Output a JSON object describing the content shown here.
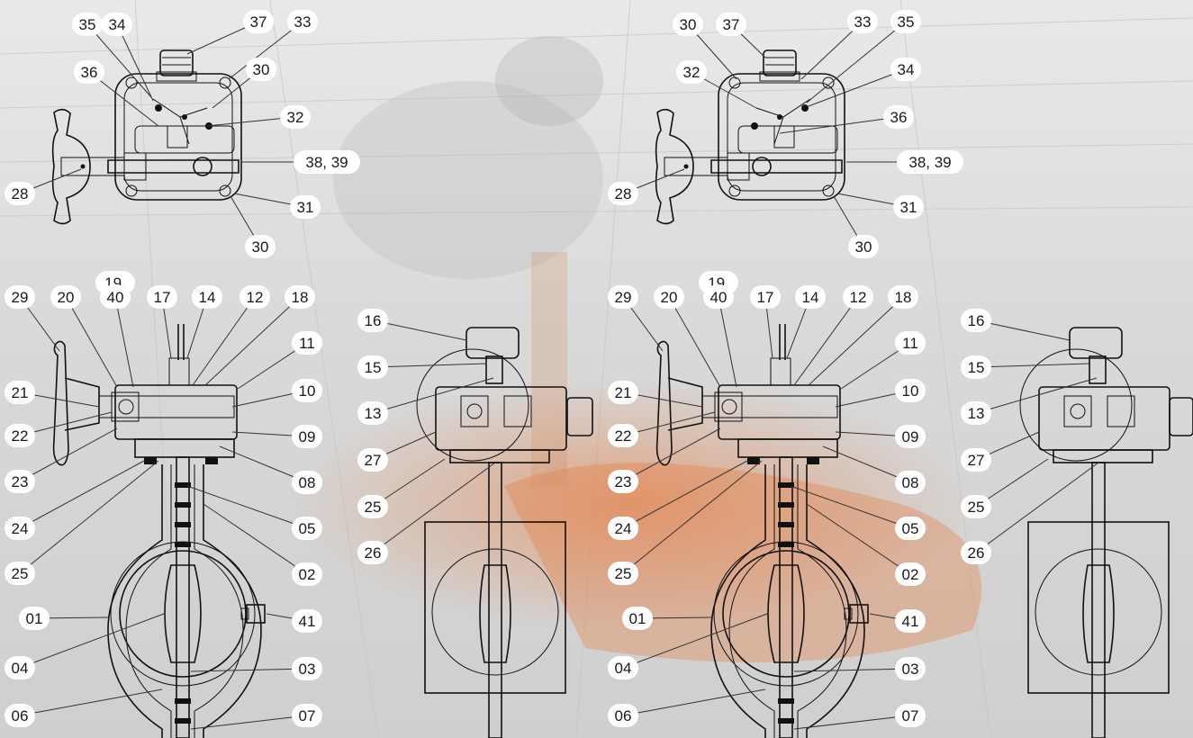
{
  "colors": {
    "accent": "#e0703a",
    "line": "#111111",
    "label_bg": "#ffffff"
  },
  "callouts": {
    "set1_top": [
      "35",
      "34",
      "37",
      "33",
      "36",
      "30",
      "32",
      "38, 39",
      "28",
      "31",
      "30"
    ],
    "set1_main_left": [
      "29",
      "20",
      "19,",
      "40",
      "17",
      "14",
      "12",
      "18",
      "21",
      "22",
      "23",
      "24",
      "25",
      "01",
      "04",
      "06"
    ],
    "set1_main_right": [
      "11",
      "10",
      "09",
      "08",
      "05",
      "02",
      "41",
      "03",
      "07"
    ],
    "set1_side": [
      "16",
      "15",
      "13",
      "27",
      "25",
      "26"
    ],
    "set2_top": [
      "30",
      "37",
      "33",
      "35",
      "32",
      "34",
      "36",
      "38, 39",
      "28",
      "31",
      "30"
    ],
    "set2_main_left": [
      "29",
      "20",
      "19,",
      "40",
      "17",
      "14",
      "12",
      "18",
      "21",
      "22",
      "23",
      "24",
      "25",
      "01",
      "04",
      "06"
    ],
    "set2_main_right": [
      "11",
      "10",
      "09",
      "08",
      "05",
      "02",
      "41",
      "03",
      "07"
    ],
    "set2_side": [
      "16",
      "15",
      "13",
      "27",
      "25",
      "26"
    ]
  }
}
